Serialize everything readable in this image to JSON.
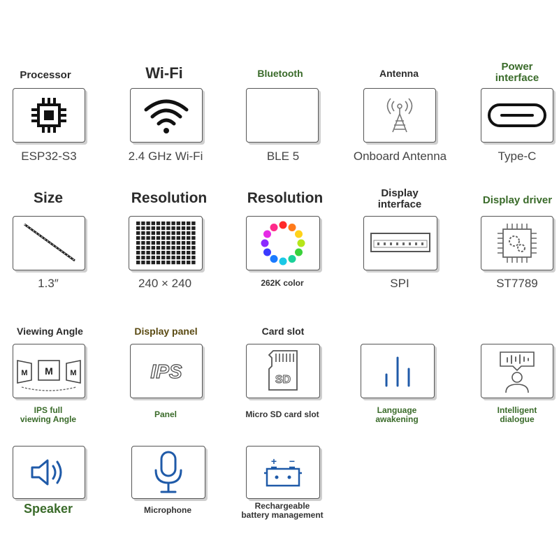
{
  "row1": [
    {
      "title": "Processor",
      "caption": "ESP32-S3",
      "icon": "chip-icon"
    },
    {
      "title": "Wi-Fi",
      "caption": "2.4 GHz Wi-Fi",
      "icon": "wifi-icon"
    },
    {
      "title": "Bluetooth",
      "caption": "BLE 5",
      "icon": "blank"
    },
    {
      "title": "Antenna",
      "caption": "Onboard Antenna",
      "icon": "antenna-icon"
    },
    {
      "title_line1": "Power",
      "title_line2": "interface",
      "caption": "Type-C",
      "icon": "usb-c-icon"
    }
  ],
  "row2": [
    {
      "title": "Size",
      "caption": "1.3″",
      "icon": "diagonal-ruler-icon"
    },
    {
      "title": "Resolution",
      "caption": "240 × 240",
      "icon": "pixel-grid-icon"
    },
    {
      "title": "Resolution",
      "caption": "262K color",
      "icon": "color-wheel-icon"
    },
    {
      "title_line1": "Display",
      "title_line2": "interface",
      "caption": "SPI",
      "icon": "connector-icon"
    },
    {
      "title": "Display driver",
      "caption": "ST7789",
      "icon": "driver-chip-icon"
    }
  ],
  "row3": [
    {
      "title": "Viewing Angle",
      "caption_line1": "IPS full",
      "caption_line2": "viewing Angle",
      "icon": "viewing-angle-icon",
      "icon_text": "M"
    },
    {
      "title": "Display panel",
      "caption": "Panel",
      "icon": "ips-icon",
      "icon_text": "IPS"
    },
    {
      "title": "Card slot",
      "caption": "Micro SD card slot",
      "icon": "sd-card-icon",
      "icon_text": "SD"
    },
    {
      "caption_line1": "Language",
      "caption_line2": "awakening",
      "icon": "voice-bars-icon"
    },
    {
      "caption_line1": "Intelligent",
      "caption_line2": "dialogue",
      "icon": "dialogue-person-icon"
    }
  ],
  "row4": [
    {
      "caption": "Speaker",
      "icon": "speaker-icon"
    },
    {
      "caption": "Microphone",
      "icon": "microphone-icon"
    },
    {
      "caption_line1": "Rechargeable",
      "caption_line2": "battery management",
      "icon": "battery-icon",
      "icon_text_plus": "+",
      "icon_text_minus": "−"
    }
  ],
  "colors": {
    "green": "#3a6b2a",
    "olive": "#5a4a12",
    "border": "#555555",
    "text": "#2b2b2b"
  }
}
